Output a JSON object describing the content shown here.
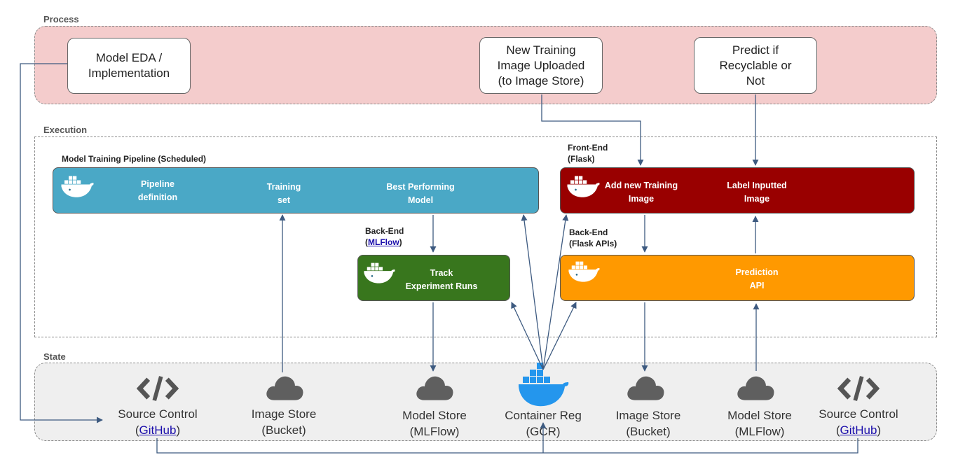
{
  "sections": {
    "process": "Process",
    "execution": "Execution",
    "state": "State"
  },
  "process_cards": {
    "model_eda": "Model EDA /\nImplementation",
    "new_training": "New Training\nImage Uploaded\n(to Image Store)",
    "predict": "Predict if\nRecyclable or\nNot"
  },
  "execution": {
    "pipeline_title": "Model Training Pipeline (Scheduled)",
    "pipeline_definition": "Pipeline\ndefinition",
    "training_set": "Training\nset",
    "best_model": "Best Performing\nModel",
    "backend_mlflow_prefix": "Back-End\n(",
    "backend_mlflow_link": "MLFlow",
    "backend_mlflow_suffix": ")",
    "track_runs": "Track\nExperiment Runs",
    "frontend_label": "Front-End\n(Flask)",
    "add_training": "Add new Training\nImage",
    "label_inputted": "Label Inputted\nImage",
    "backend_flask": "Back-End\n(Flask APIs)",
    "prediction_api": "Prediction\nAPI"
  },
  "state": {
    "source_control_1_line1": "Source Control",
    "source_control_1_link": "GitHub",
    "image_store_1": "Image Store\n(Bucket)",
    "model_store_1": "Model Store\n(MLFlow)",
    "container_reg": "Container Reg\n(GCR)",
    "image_store_2": "Image Store\n(Bucket)",
    "model_store_2": "Model Store\n(MLFlow)",
    "source_control_2_line1": "Source Control",
    "source_control_2_link": "GitHub"
  },
  "colors": {
    "process_bg": "#f4cccc",
    "pipeline_blue": "#4aa8c6",
    "frontend_red": "#990000",
    "mlflow_green": "#38761d",
    "prediction_orange": "#ff9900",
    "arrow": "#3d5a80",
    "docker_blue": "#2496ed",
    "cloud_gray": "#5f5f5f"
  },
  "icons": [
    "docker-whale-icon",
    "cloud-icon",
    "code-icon"
  ]
}
